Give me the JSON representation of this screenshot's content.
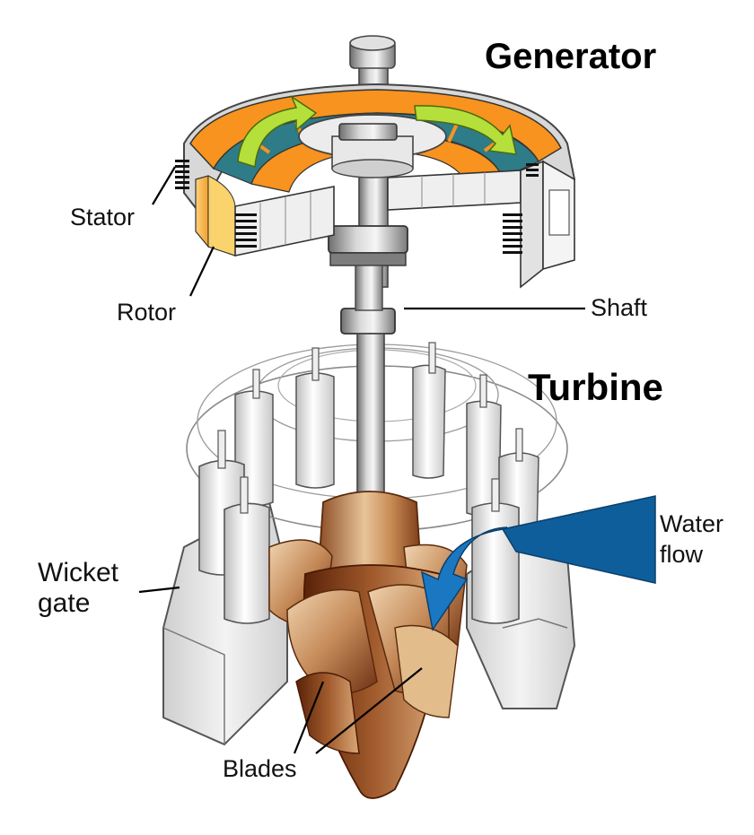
{
  "labels": {
    "generator": "Generator",
    "turbine": "Turbine",
    "stator": "Stator",
    "rotor": "Rotor",
    "shaft": "Shaft",
    "water_line1": "Water",
    "water_line2": "flow",
    "wicket_line1": "Wicket",
    "wicket_line2": "gate",
    "blades": "Blades"
  },
  "colors": {
    "rotor_orange": "#F7931E",
    "rotor_teal": "#2E7C87",
    "arrow_green": "#B5DF3A",
    "water_blue": "#0F5E9C",
    "blade_bronze": "#C08250",
    "blade_dark": "#7A3A18",
    "shaft_gray": "#8C8C8C",
    "casing_gray": "#E6E6E6"
  }
}
